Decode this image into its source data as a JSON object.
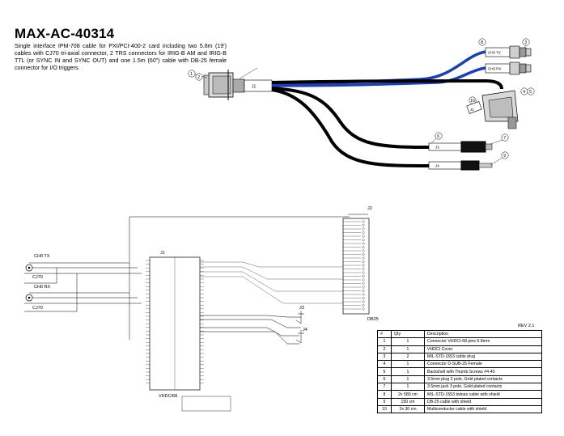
{
  "title": "MAX-AC-40314",
  "description": "Single interface IPM-708 cable for PXI/PCI-400-2 card including two 5.8m (19') cables with CJ70 tri-axial connector, 2 TRS connectors for IRIG-B AM and IRIG-B TTL (or SYNC IN and SYNC OUT) and one 1.5m (60\") cable with DB-25 female connector for I/O triggers.",
  "cable_labels": {
    "j1": "J1",
    "ch0_tx": "CH0 TX",
    "ch0_rx": "CH0 RX",
    "j2": "J2",
    "j3": "J3",
    "j4": "J4"
  },
  "balloons": [
    "8",
    "1",
    "2",
    "3",
    "6",
    "4",
    "5",
    "7",
    "10",
    "9"
  ],
  "schematic": {
    "j1_label": "J1",
    "j1_part": "VHDCI68",
    "ch0_tx": "CH0 TX",
    "ch0_rx": "CH0 RX",
    "cj70_a": "CJ70",
    "cj70_b": "CJ70",
    "j2_label": "J2",
    "db25": "DB25",
    "j3": "J3",
    "j4": "J4"
  },
  "rev": "REV 2.1",
  "bom": {
    "headers": [
      "#",
      "Qty",
      "Description"
    ],
    "rows": [
      [
        "1",
        "1",
        "Connector VHDCI-68 pins 0.8mm"
      ],
      [
        "2",
        "1",
        "VHDCI Cover"
      ],
      [
        "3",
        "2",
        "MIL-STD-1553 cable plug"
      ],
      [
        "4",
        "1",
        "Connector D-SUB-25 Female"
      ],
      [
        "5",
        "1",
        "Backshell with Thumb Screws #4-40"
      ],
      [
        "6",
        "1",
        "3.5mm plug 3 pole, Gold plated contacts"
      ],
      [
        "7",
        "1",
        "3.5mm jack 3 pole, Gold plated contacts"
      ],
      [
        "8",
        "2x 580 cm",
        "MIL-STD-1553 twinax cable with shield"
      ],
      [
        "9",
        "150 cm",
        "DB-25 cable with shield"
      ],
      [
        "10",
        "2x 30 cm",
        "Multiconductor cable with shield"
      ]
    ]
  }
}
